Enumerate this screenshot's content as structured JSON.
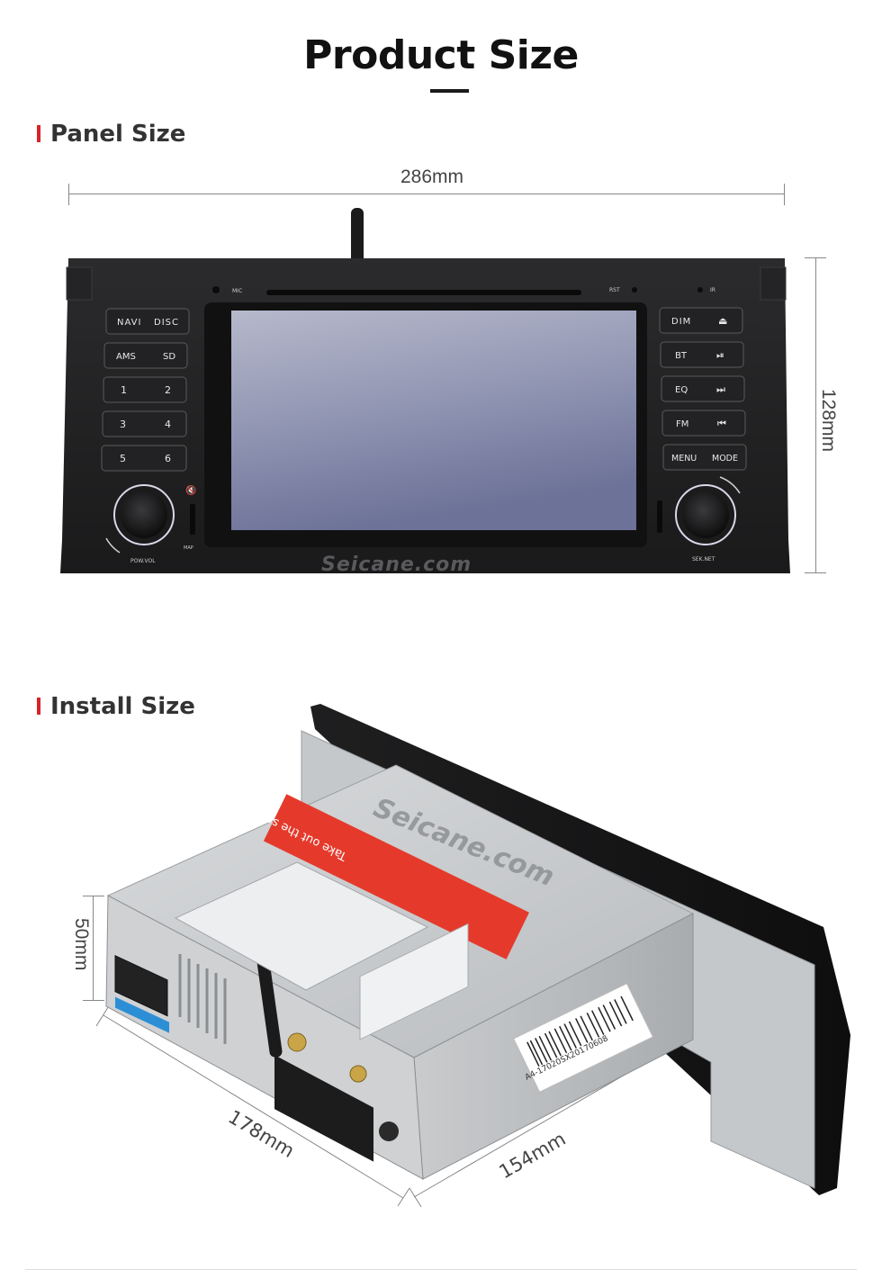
{
  "page": {
    "title": "Product Size"
  },
  "panel": {
    "heading": "Panel Size",
    "width_label": "286mm",
    "height_label": "128mm",
    "watermark": "Seicane.com",
    "labels": {
      "mic": "MIC",
      "rst": "RST",
      "ir": "IR",
      "pow_vol": "POW.VOL",
      "sek_net": "SEK.NET",
      "map": "MAP"
    },
    "left_buttons": [
      {
        "left": "NAVI",
        "right": "DISC"
      },
      {
        "left": "AMS",
        "right": "SD"
      },
      {
        "left": "1",
        "right": "2"
      },
      {
        "left": "3",
        "right": "4"
      },
      {
        "left": "5",
        "right": "6"
      }
    ],
    "right_buttons": [
      {
        "left": "DIM",
        "right": "⏏"
      },
      {
        "left": "BT",
        "right": "⏯"
      },
      {
        "left": "EQ",
        "right": "⏭"
      },
      {
        "left": "FM",
        "right": "⏮"
      },
      {
        "left": "MENU",
        "right": "MODE"
      }
    ]
  },
  "install": {
    "heading": "Install Size",
    "height_label": "50mm",
    "depth_label": "178mm",
    "width_label": "154mm",
    "watermark": "Seicane.com",
    "sticker_text": "Take out the screw before installing",
    "barcode_text": "A4-17020SX20170608"
  }
}
